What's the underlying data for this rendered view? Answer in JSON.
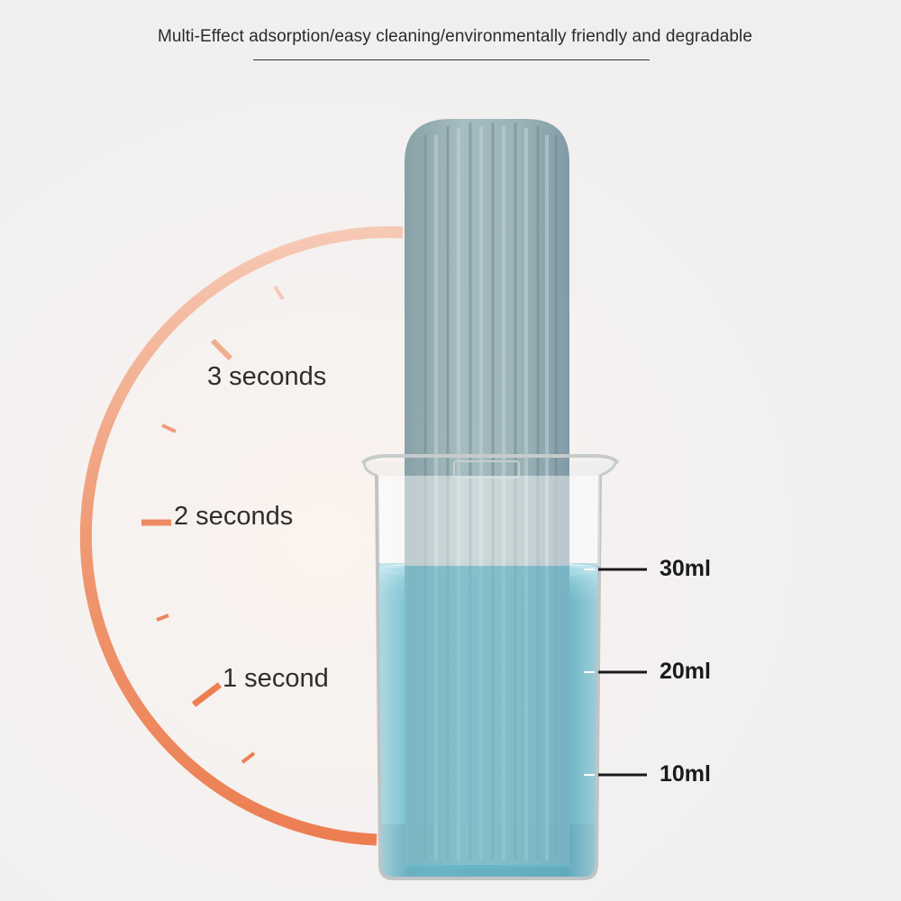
{
  "headline": "Multi-Effect adsorption/easy cleaning/environmentally friendly and degradable",
  "timer": {
    "labels": [
      "3 seconds",
      "2 seconds",
      "1 second"
    ]
  },
  "beaker": {
    "volume_marks": [
      "30ml",
      "20ml",
      "10ml"
    ],
    "liquid_color": "#5fb6c8"
  },
  "product": {
    "color": "#8fa9ad"
  },
  "colors": {
    "accent_orange": "#ee8a62",
    "background": "#f1f1f1"
  }
}
